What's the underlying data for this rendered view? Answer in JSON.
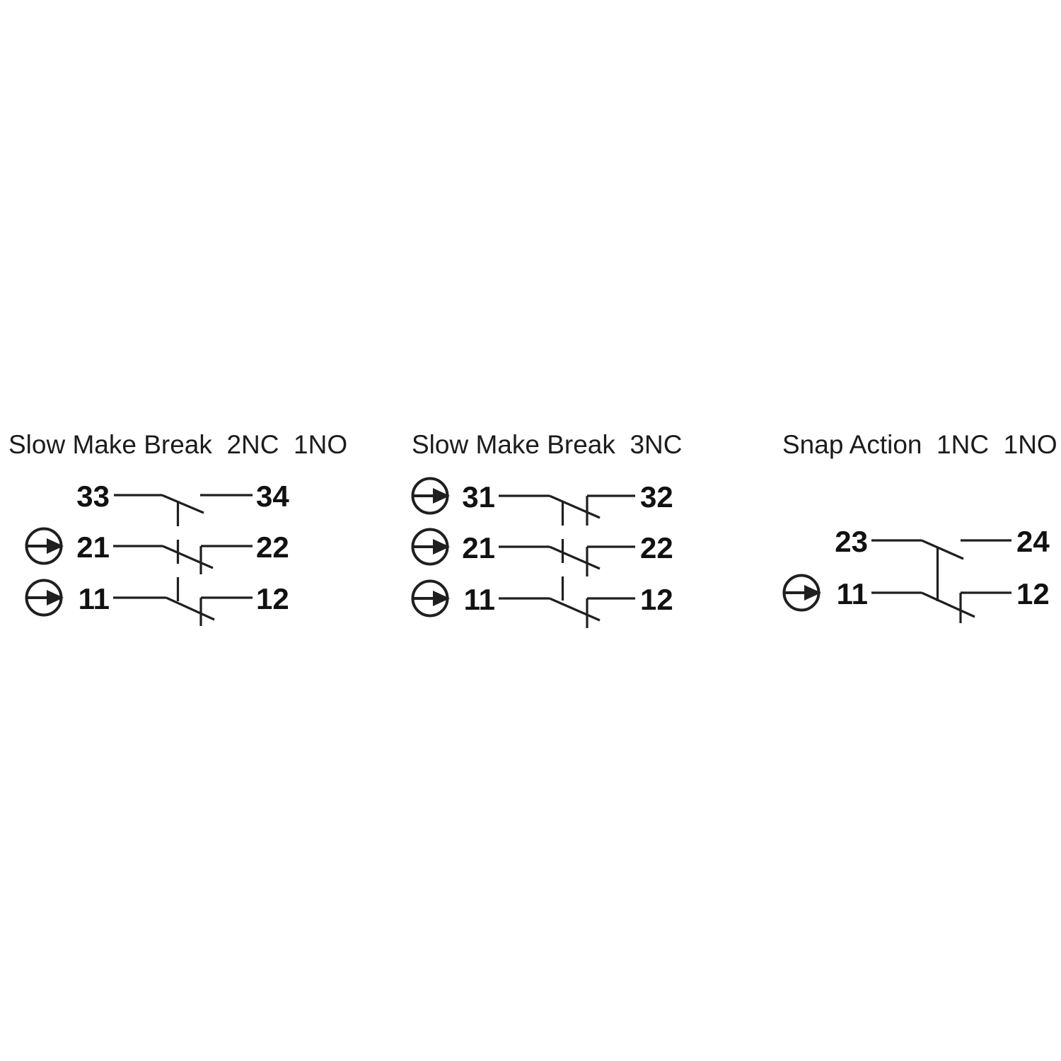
{
  "colors": {
    "background": "#ffffff",
    "line": "#1f1f1f",
    "text": "#111111"
  },
  "diagrams": [
    {
      "title": "Slow Make Break  2NC  1NO",
      "linkage_style": "dashed",
      "rows": [
        {
          "left": "33",
          "right": "34",
          "contact": "NO",
          "actuator_icon": false
        },
        {
          "left": "21",
          "right": "22",
          "contact": "NC",
          "actuator_icon": true
        },
        {
          "left": "11",
          "right": "12",
          "contact": "NC",
          "actuator_icon": true
        }
      ]
    },
    {
      "title": "Slow Make Break  3NC",
      "linkage_style": "dashed",
      "rows": [
        {
          "left": "31",
          "right": "32",
          "contact": "NC",
          "actuator_icon": true
        },
        {
          "left": "21",
          "right": "22",
          "contact": "NC",
          "actuator_icon": true
        },
        {
          "left": "11",
          "right": "12",
          "contact": "NC",
          "actuator_icon": true
        }
      ]
    },
    {
      "title": "Snap Action  1NC  1NO",
      "linkage_style": "solid",
      "rows": [
        {
          "left": "23",
          "right": "24",
          "contact": "NO",
          "actuator_icon": false
        },
        {
          "left": "11",
          "right": "12",
          "contact": "NC",
          "actuator_icon": true
        }
      ]
    }
  ]
}
